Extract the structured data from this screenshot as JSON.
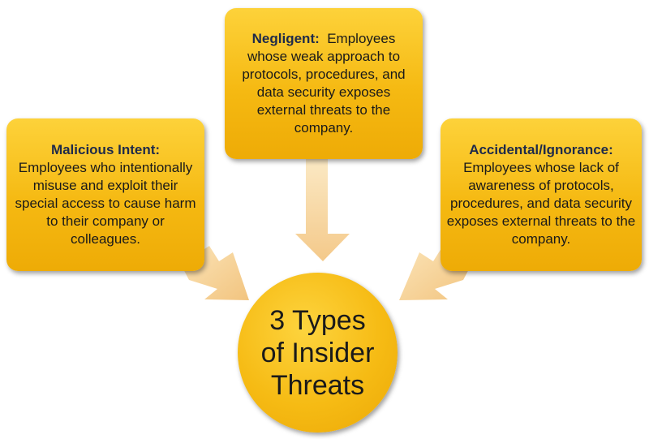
{
  "center": {
    "line1": "3 Types",
    "line2": "of Insider",
    "line3": "Threats"
  },
  "boxes": {
    "left": {
      "title": "Malicious Intent:",
      "body": "Employees who intentionally misuse and exploit their special access to cause harm to their company or colleagues."
    },
    "middle": {
      "title": "Negligent:",
      "body": "Employees whose weak approach to protocols, procedures, and data security exposes external threats to the company."
    },
    "right": {
      "title": "Accidental/Ignorance:",
      "body": "Employees whose lack of awareness of protocols, procedures, and data security exposes external threats to the company."
    }
  },
  "colors": {
    "box_fill": "#f5b912",
    "arrow_fill": "#f7d79b",
    "title_text": "#1e2a4a"
  }
}
